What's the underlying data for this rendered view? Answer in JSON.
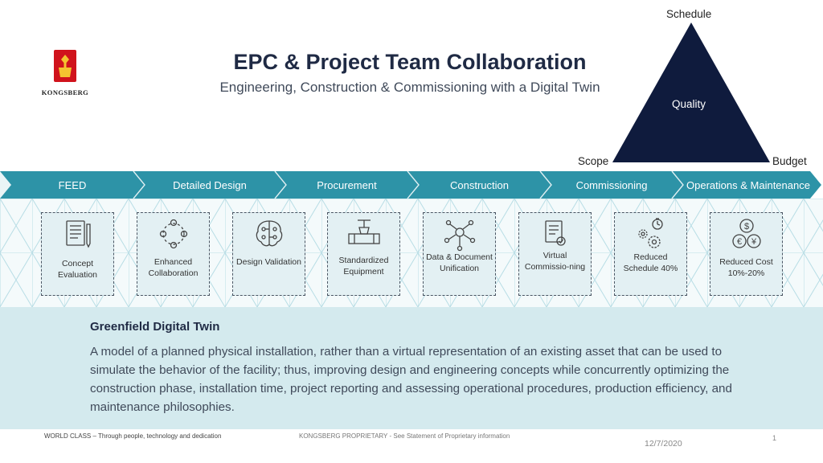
{
  "logo": {
    "text": "KONGSBERG"
  },
  "header": {
    "title": "EPC & Project Team Collaboration",
    "subtitle": "Engineering, Construction & Commissioning with a Digital Twin"
  },
  "triangle": {
    "top": "Schedule",
    "left": "Scope",
    "right": "Budget",
    "center": "Quality"
  },
  "stages": [
    {
      "label": "FEED"
    },
    {
      "label": "Detailed Design"
    },
    {
      "label": "Procurement"
    },
    {
      "label": "Construction"
    },
    {
      "label": "Commissioning"
    },
    {
      "label": "Operations & Maintenance"
    }
  ],
  "cards": [
    {
      "icon": "document-edit-icon",
      "label": "Concept Evaluation"
    },
    {
      "icon": "people-network-icon",
      "label": "Enhanced Collaboration"
    },
    {
      "icon": "brain-circuit-icon",
      "label": "Design Validation"
    },
    {
      "icon": "pipe-valve-icon",
      "label": "Standardized Equipment"
    },
    {
      "icon": "network-nodes-icon",
      "label": "Data & Document Unification"
    },
    {
      "icon": "checklist-icon",
      "label": "Virtual Commissio-ning"
    },
    {
      "icon": "gears-clock-icon",
      "label": "Reduced Schedule 40%"
    },
    {
      "icon": "currency-coins-icon",
      "label": "Reduced Cost 10%-20%"
    }
  ],
  "info": {
    "title": "Greenfield Digital Twin",
    "text": "A model of a planned physical installation, rather than a virtual representation of an existing asset that can be used to simulate the behavior of the facility; thus, improving design and engineering concepts while concurrently optimizing the construction phase, installation time, project reporting and assessing operational procedures, production efficiency, and maintenance philosophies."
  },
  "footer": {
    "left": "WORLD CLASS – Through people, technology and dedication",
    "center": "KONGSBERG PROPRIETARY - See Statement of Proprietary information",
    "date": "12/7/2020",
    "page": "1"
  },
  "colors": {
    "navy": "#0f1b3d",
    "teal": "#2d93a7",
    "panel": "#d4eaee",
    "card": "#e3f0f3"
  }
}
